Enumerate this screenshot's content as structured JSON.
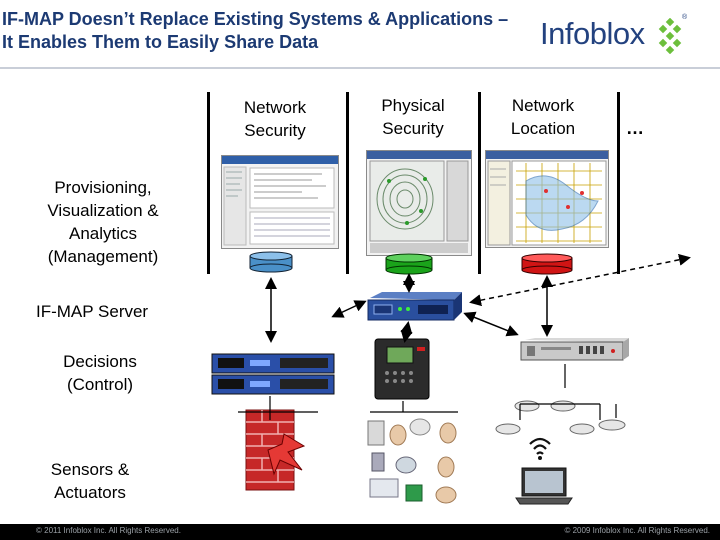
{
  "title": "IF-MAP Doesn’t Replace Existing Systems & Applications – It Enables Them to Easily Share Data",
  "logo": {
    "name": "Infoblox",
    "registered": "®",
    "accent": "#6cbf3c",
    "text_color": "#23427f"
  },
  "columns": {
    "network_security": "Network Security",
    "physical_security": "Physical Security",
    "network_location": "Network Location",
    "more": "…"
  },
  "rows": {
    "management": "Provisioning, Visualization & Analytics (Management)",
    "server": "IF-MAP Server",
    "control": "Decisions (Control)",
    "sensors": "Sensors & Actuators"
  },
  "colors": {
    "title": "#1c3a73",
    "db_blue": "#4a90c8",
    "db_green": "#1aa31a",
    "db_red": "#d01414",
    "server_blue": "#2a4f9e"
  },
  "footer": {
    "left_copyright": "© 2011 Infoblox Inc. All Rights Reserved.",
    "right_copyright": "© 2009 Infoblox Inc. All Rights Reserved."
  }
}
